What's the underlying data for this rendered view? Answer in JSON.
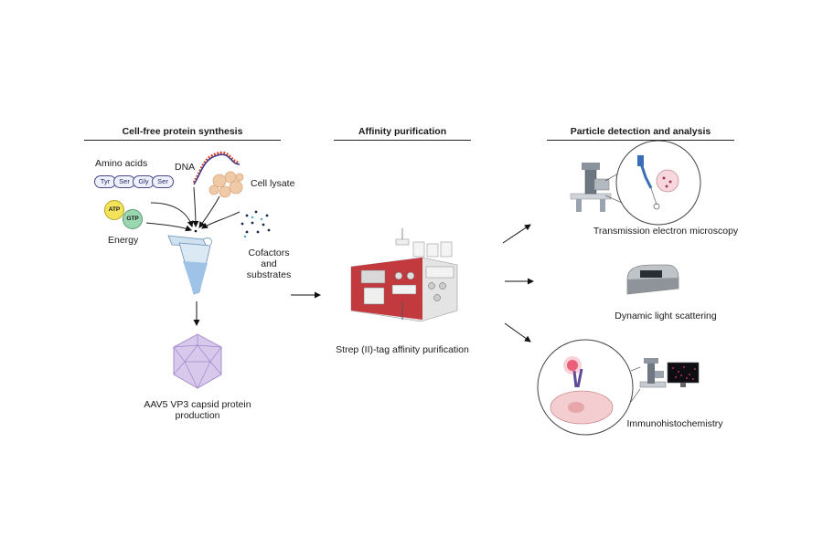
{
  "sections": {
    "synthesis": {
      "title": "Cell-free protein synthesis"
    },
    "purification": {
      "title": "Affinity purification"
    },
    "analysis": {
      "title": "Particle detection and analysis"
    }
  },
  "synthesis_inputs": {
    "amino_acids": {
      "label": "Amino acids",
      "residues": [
        "Tyr",
        "Ser",
        "Gly",
        "Ser"
      ]
    },
    "dna": {
      "label": "DNA"
    },
    "cell_lysate": {
      "label": "Cell lysate"
    },
    "energy": {
      "label": "Energy",
      "molecules": [
        "ATP",
        "GTP"
      ]
    },
    "cofactors": {
      "label_line1": "Cofactors",
      "label_line2": "and",
      "label_line3": "substrates"
    }
  },
  "synthesis_output": {
    "line1": "AAV5 VP3 capsid protein",
    "line2": "production"
  },
  "purification_step": {
    "label": "Strep (II)-tag affinity purification"
  },
  "analysis_methods": [
    {
      "label": "Transmission electron microscopy",
      "icon": "tem-microscope-icon"
    },
    {
      "label": "Dynamic light scattering",
      "icon": "dls-instrument-icon"
    },
    {
      "label": "Immunohistochemistry",
      "icon": "fluorescence-microscope-icon"
    }
  ],
  "colors": {
    "tube": "#9ec3e6",
    "capsid": "#c9b6e0",
    "instrument_red": "#b83236",
    "lysate": "#f0c9a6",
    "atp": "#f3e35a",
    "gtp": "#9ad6b0"
  }
}
